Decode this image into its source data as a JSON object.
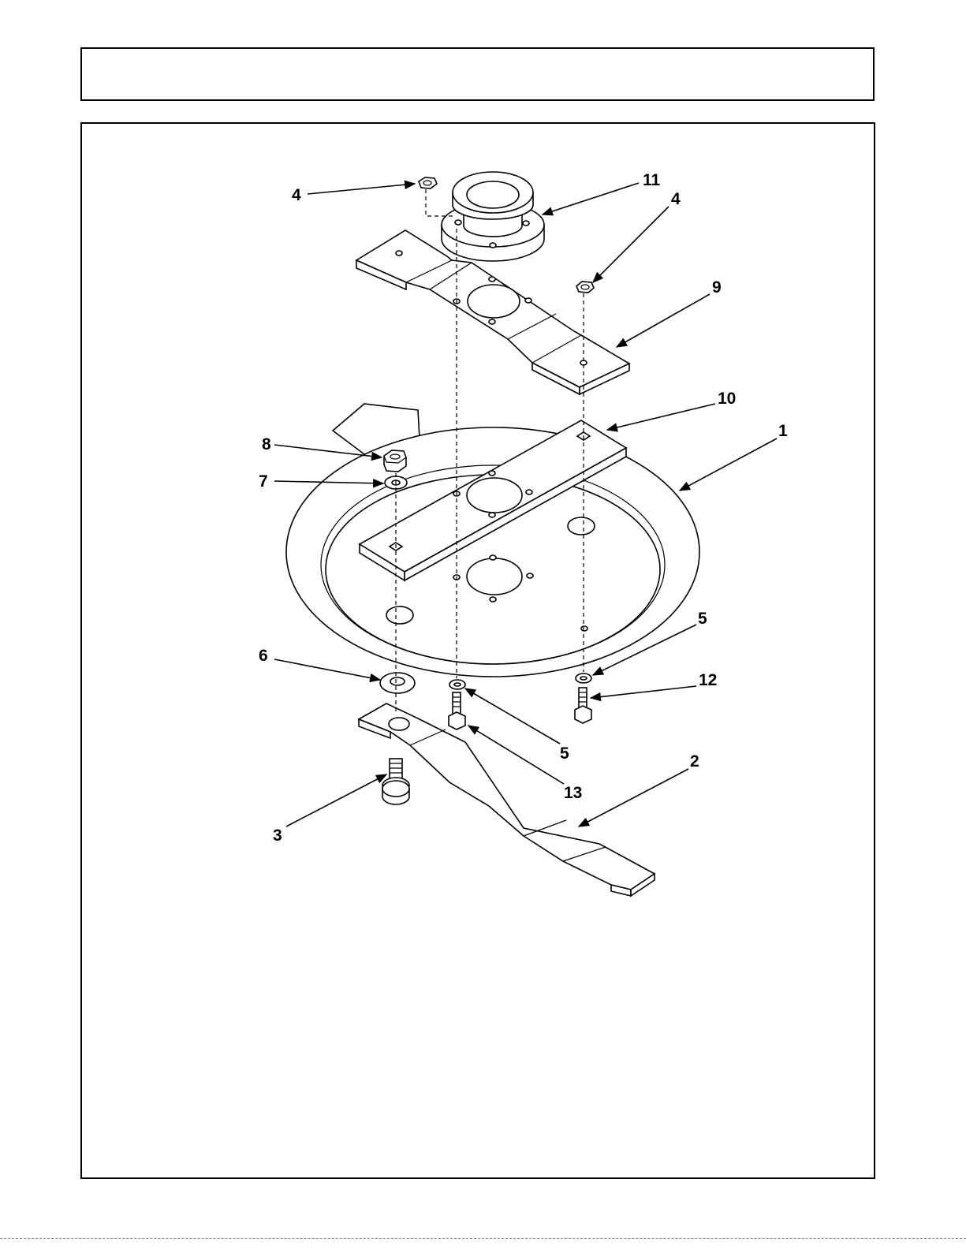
{
  "header": {
    "title": ""
  },
  "callouts": {
    "c1": "1",
    "c2": "2",
    "c3": "3",
    "c4a": "4",
    "c4b": "4",
    "c5a": "5",
    "c5b": "5",
    "c6": "6",
    "c7": "7",
    "c8": "8",
    "c9": "9",
    "c10": "10",
    "c11": "11",
    "c12": "12",
    "c13": "13"
  }
}
